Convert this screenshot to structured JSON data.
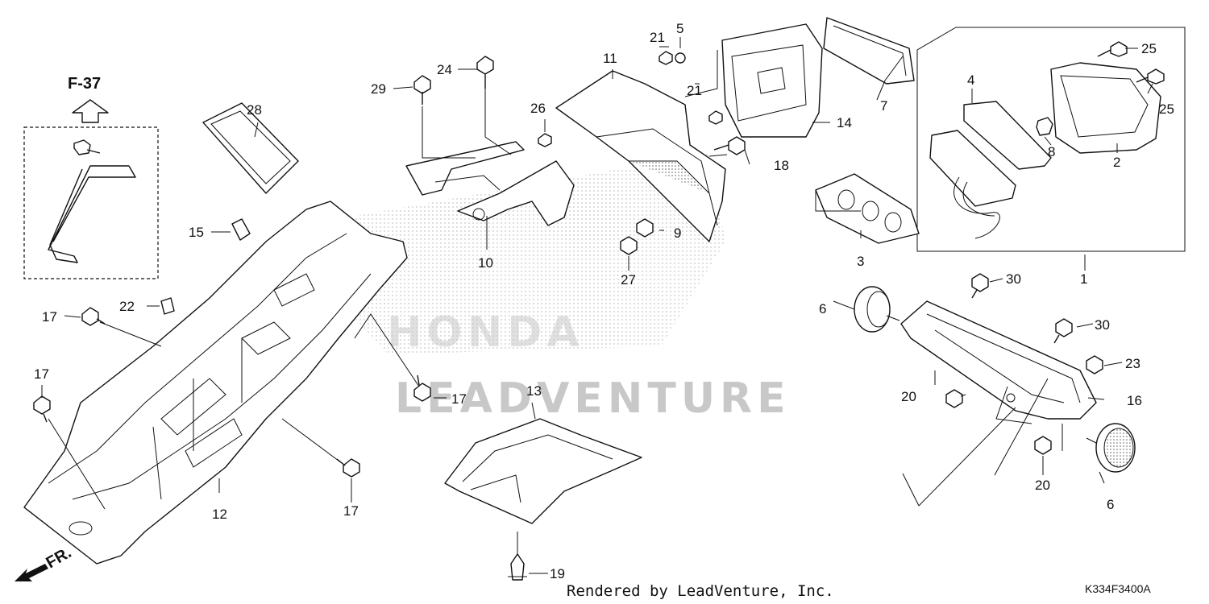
{
  "reference": "F-37",
  "watermark": {
    "brand": "HONDA",
    "dealer": "LEADVENTURE"
  },
  "direction_label": "FR.",
  "credit": "Rendered by LeadVenture, Inc.",
  "diagram_code": "K334F3400A",
  "callouts": {
    "c1": "1",
    "c2": "2",
    "c3": "3",
    "c4": "4",
    "c5": "5",
    "c6a": "6",
    "c6b": "6",
    "c7": "7",
    "c8": "8",
    "c9": "9",
    "c10": "10",
    "c11": "11",
    "c12": "12",
    "c13": "13",
    "c14": "14",
    "c15": "15",
    "c16": "16",
    "c17a": "17",
    "c17b": "17",
    "c17c": "17",
    "c17d": "17",
    "c18": "18",
    "c19": "19",
    "c20a": "20",
    "c20b": "20",
    "c21a": "21",
    "c21b": "21",
    "c22": "22",
    "c23": "23",
    "c24": "24",
    "c25a": "25",
    "c25b": "25",
    "c26": "26",
    "c27": "27",
    "c28": "28",
    "c29": "29",
    "c30a": "30",
    "c30b": "30"
  }
}
